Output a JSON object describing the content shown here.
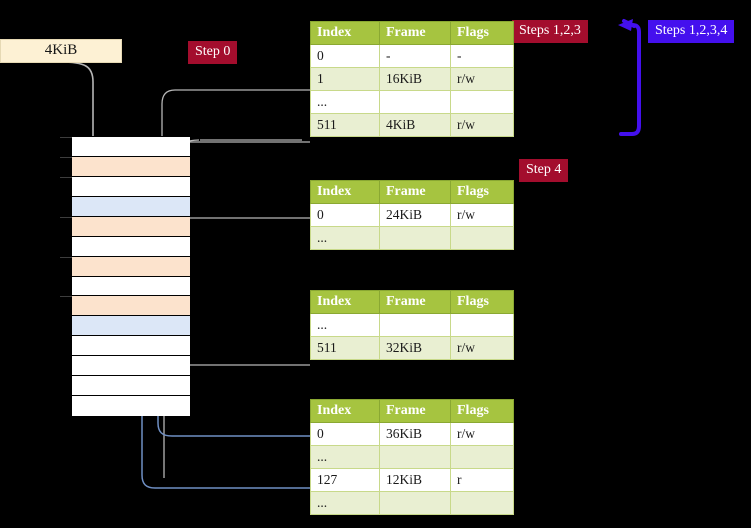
{
  "labels": {
    "size_box": "4KiB",
    "step0": "Step 0",
    "step4": "Step 4",
    "steps123": "Steps 1,2,3",
    "steps1234": "Steps 1,2,3,4"
  },
  "colors": {
    "badge_red": "#a30d2d",
    "badge_blue": "#4410ee",
    "table_header": "#a6c440",
    "table_alt_row": "#e9efd2",
    "highlight_yellow": "#f7f58f",
    "mem_orange": "#fce3cd",
    "mem_blue": "#dce7f7",
    "size_box_fill": "#fdf1d4",
    "background": "#000000",
    "wire_gray": "#b6b6b6",
    "wire_blue": "#6f8fc4"
  },
  "memory": {
    "name": "physical-memory-column",
    "rows": [
      {
        "fill": "plain",
        "tick": true
      },
      {
        "fill": "orange",
        "tick": true
      },
      {
        "fill": "plain",
        "tick": true
      },
      {
        "fill": "blue",
        "tick": false
      },
      {
        "fill": "orange",
        "tick": true
      },
      {
        "fill": "plain",
        "tick": false
      },
      {
        "fill": "orange",
        "tick": true
      },
      {
        "fill": "plain",
        "tick": false
      },
      {
        "fill": "orange",
        "tick": true
      },
      {
        "fill": "blue",
        "tick": false
      },
      {
        "fill": "plain",
        "tick": false
      },
      {
        "fill": "plain",
        "tick": false
      },
      {
        "fill": "plain",
        "tick": false
      },
      {
        "fill": "plain",
        "tick": false
      }
    ]
  },
  "tables": [
    {
      "id": "pml4-table",
      "headers": [
        "Index",
        "Frame",
        "Flags"
      ],
      "rows": [
        {
          "cells": [
            "0",
            "-",
            "-"
          ],
          "alt": false,
          "highlight": []
        },
        {
          "cells": [
            "1",
            "16KiB",
            "r/w"
          ],
          "alt": true,
          "highlight": []
        },
        {
          "cells": [
            "...",
            "",
            ""
          ],
          "alt": false,
          "highlight": []
        },
        {
          "cells": [
            "511",
            "4KiB",
            "r/w"
          ],
          "alt": true,
          "highlight": [
            0,
            1,
            2
          ]
        }
      ]
    },
    {
      "id": "pdpt-table",
      "headers": [
        "Index",
        "Frame",
        "Flags"
      ],
      "rows": [
        {
          "cells": [
            "0",
            "24KiB",
            "r/w"
          ],
          "alt": false,
          "highlight": []
        },
        {
          "cells": [
            "...",
            "",
            ""
          ],
          "alt": true,
          "highlight": []
        }
      ]
    },
    {
      "id": "pd-table",
      "headers": [
        "Index",
        "Frame",
        "Flags"
      ],
      "rows": [
        {
          "cells": [
            "...",
            "",
            ""
          ],
          "alt": false,
          "highlight": []
        },
        {
          "cells": [
            "511",
            "32KiB",
            "r/w"
          ],
          "alt": true,
          "highlight": []
        }
      ]
    },
    {
      "id": "pt-table",
      "headers": [
        "Index",
        "Frame",
        "Flags"
      ],
      "rows": [
        {
          "cells": [
            "0",
            "36KiB",
            "r/w"
          ],
          "alt": false,
          "highlight": []
        },
        {
          "cells": [
            "...",
            "",
            ""
          ],
          "alt": true,
          "highlight": []
        },
        {
          "cells": [
            "127",
            "12KiB",
            "r"
          ],
          "alt": false,
          "highlight": []
        },
        {
          "cells": [
            "...",
            "",
            ""
          ],
          "alt": true,
          "highlight": []
        }
      ]
    }
  ]
}
